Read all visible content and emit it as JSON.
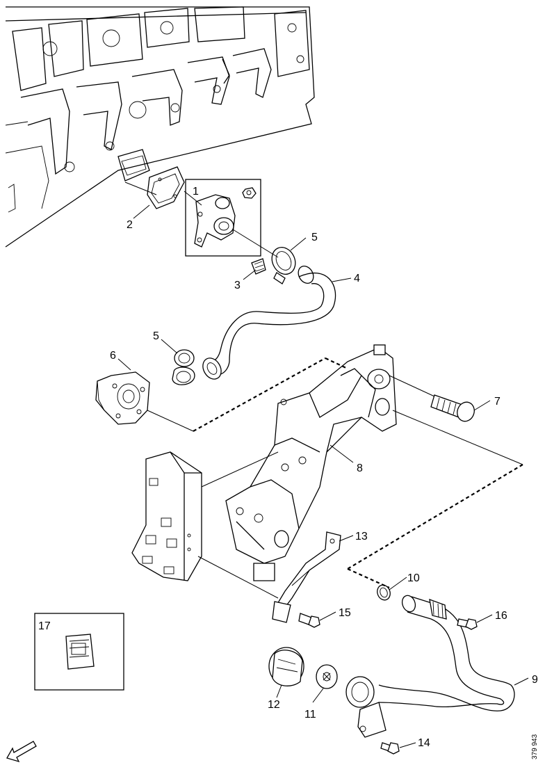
{
  "labels": {
    "p1": "1",
    "p2": "2",
    "p3": "3",
    "p4": "4",
    "p5a": "5",
    "p5b": "5",
    "p6": "6",
    "p7": "7",
    "p8": "8",
    "p9": "9",
    "p10": "10",
    "p11": "11",
    "p12": "12",
    "p13": "13",
    "p14": "14",
    "p15": "15",
    "p16": "16",
    "p17": "17"
  },
  "reference_number": "379 943",
  "icons": {
    "direction_arrow": "front-direction-arrow-icon"
  }
}
